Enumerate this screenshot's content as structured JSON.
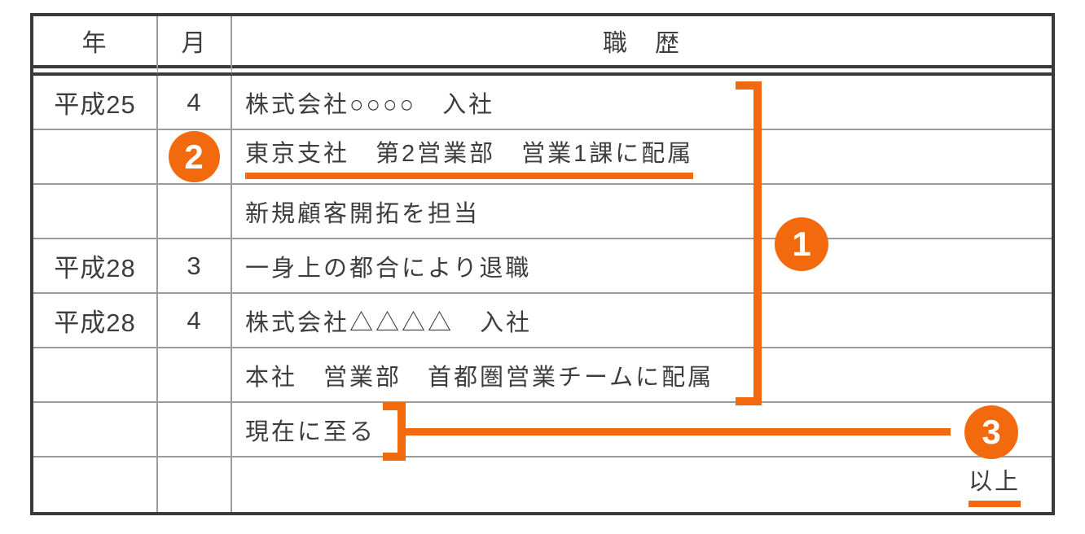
{
  "accent_color": "#F26A0D",
  "table": {
    "headers": {
      "year": "年",
      "month": "月",
      "history": "職　歴"
    },
    "rows": [
      {
        "year": "平成25",
        "month": "4",
        "text": "株式会社○○○○　入社"
      },
      {
        "year": "",
        "month": "",
        "text": "東京支社　第2営業部　営業1課に配属"
      },
      {
        "year": "",
        "month": "",
        "text": "新規顧客開拓を担当"
      },
      {
        "year": "平成28",
        "month": "3",
        "text": "一身上の都合により退職"
      },
      {
        "year": "平成28",
        "month": "4",
        "text": "株式会社△△△△　入社"
      },
      {
        "year": "",
        "month": "",
        "text": "本社　営業部　首都圏営業チームに配属"
      },
      {
        "year": "",
        "month": "",
        "text": "現在に至る"
      },
      {
        "year": "",
        "month": "",
        "text": "以上"
      }
    ]
  },
  "annotations": {
    "badge1": "1",
    "badge2": "2",
    "badge3": "3"
  }
}
